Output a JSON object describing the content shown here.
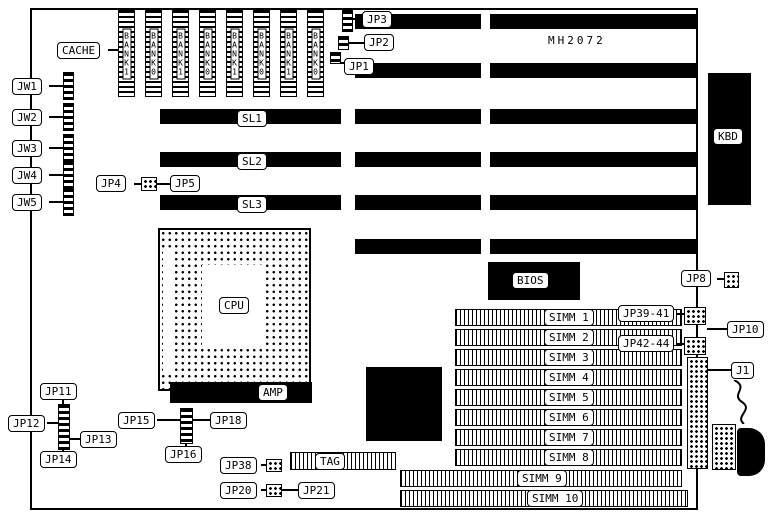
{
  "board": {
    "part_number": "MH2072",
    "cache": {
      "label": "CACHE",
      "banks": [
        "BANK1",
        "BANK0",
        "BANK1",
        "BANK0",
        "BANK1",
        "BANK0",
        "BANK1",
        "BANK0"
      ]
    },
    "jumpers": {
      "jw1": "JW1",
      "jw2": "JW2",
      "jw3": "JW3",
      "jw4": "JW4",
      "jw5": "JW5",
      "jp1": "JP1",
      "jp2": "JP2",
      "jp3": "JP3",
      "jp4": "JP4",
      "jp5": "JP5",
      "jp8": "JP8",
      "jp10": "JP10",
      "jp11": "JP11",
      "jp12": "JP12",
      "jp13": "JP13",
      "jp14": "JP14",
      "jp15": "JP15",
      "jp16": "JP16",
      "jp18": "JP18",
      "jp20": "JP20",
      "jp21": "JP21",
      "jp38": "JP38",
      "jp39_41": "JP39-41",
      "jp42_44": "JP42-44"
    },
    "slots": {
      "sl1": "SL1",
      "sl2": "SL2",
      "sl3": "SL3"
    },
    "components": {
      "kbd": "KBD",
      "cpu": "CPU",
      "amp": "AMP",
      "bios": "BIOS",
      "tag": "TAG",
      "j1": "J1"
    },
    "memory": {
      "simms": [
        "SIMM 1",
        "SIMM 2",
        "SIMM 3",
        "SIMM 4",
        "SIMM 5",
        "SIMM 6",
        "SIMM 7",
        "SIMM 8",
        "SIMM 9",
        "SIMM 10"
      ]
    }
  }
}
